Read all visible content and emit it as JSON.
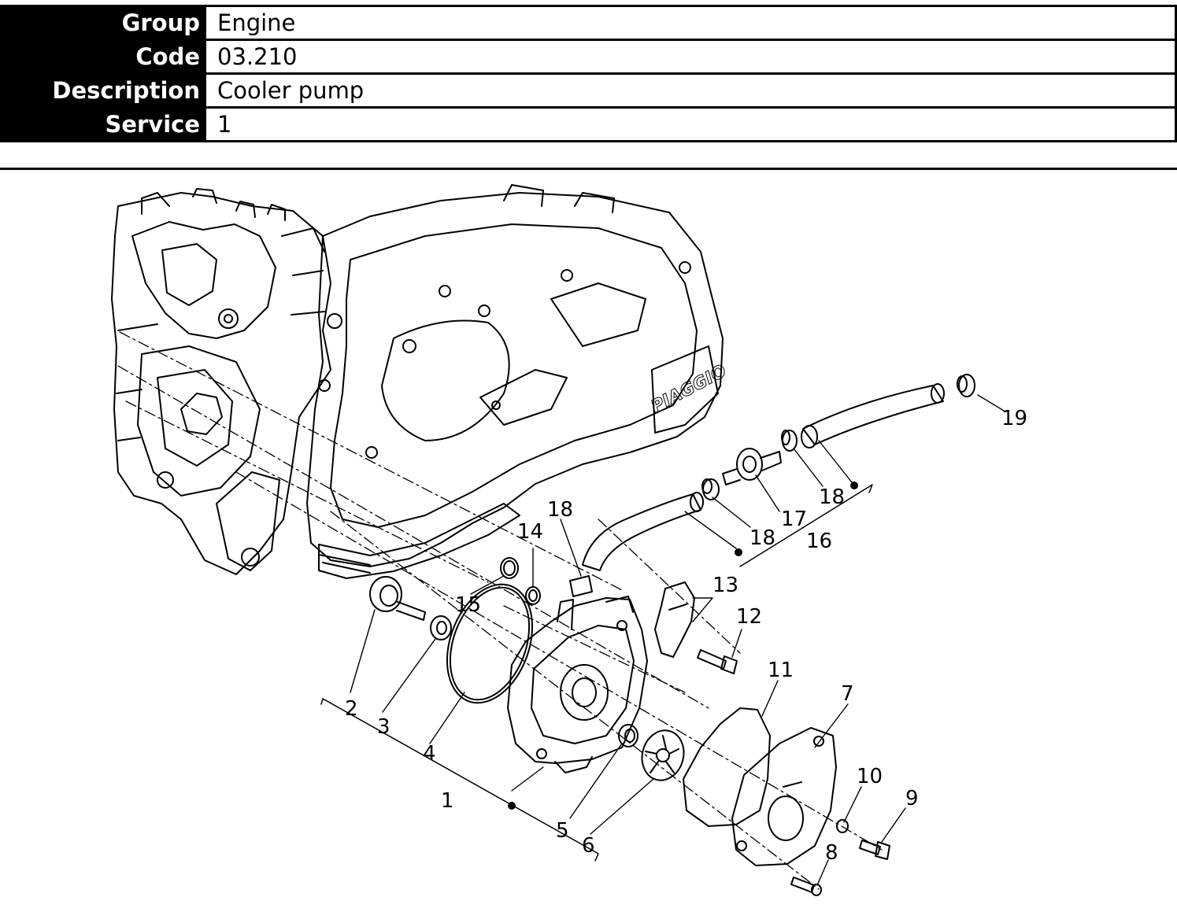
{
  "header": {
    "rows": [
      {
        "label": "Group",
        "value": "Engine"
      },
      {
        "label": "Code",
        "value": "03.210"
      },
      {
        "label": "Description",
        "value": "Cooler pump"
      },
      {
        "label": "Service",
        "value": "1"
      }
    ]
  },
  "diagram": {
    "brand_logo": "PIAGGIO",
    "callouts": [
      "1",
      "2",
      "3",
      "4",
      "5",
      "6",
      "7",
      "8",
      "9",
      "10",
      "11",
      "12",
      "13",
      "14",
      "15",
      "16",
      "17",
      "18",
      "18",
      "18",
      "19"
    ]
  }
}
